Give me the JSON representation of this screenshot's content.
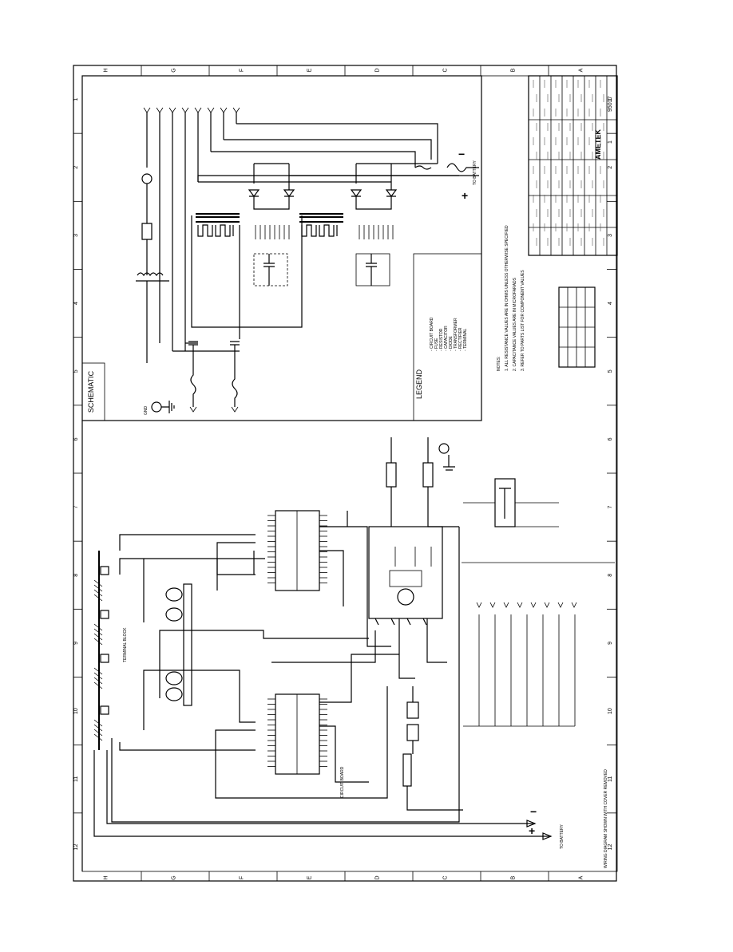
{
  "grid": {
    "letters": [
      "H",
      "G",
      "F",
      "E",
      "D",
      "C",
      "B",
      "A"
    ],
    "numbers": [
      "1",
      "2",
      "3",
      "4",
      "5",
      "6",
      "7",
      "8",
      "9",
      "10",
      "11",
      "12"
    ]
  },
  "schematic": {
    "title": "SCHEMATIC",
    "legend_title": "LEGEND",
    "legend_lines": [
      "- CIRCUIT BOARD",
      "- FUSE",
      "- RESISTOR",
      "- CAPACITOR",
      "- DIODE",
      "- TRANSFORMER",
      "- RECTIFIER",
      "- TERMINAL"
    ],
    "notes": [
      "NOTES:",
      "1. ALL RESISTANCE VALUES ARE IN OHMS UNLESS OTHERWISE SPECIFIED",
      "2. CAPACITANCE VALUES ARE IN MICROFARADS",
      "3. REFER TO PARTS LIST FOR COMPONENT VALUES"
    ],
    "plus": "+",
    "minus": "−",
    "battery_label": "TO BATTERY",
    "ground_label": "GND"
  },
  "wiring": {
    "plus": "+",
    "minus": "−",
    "battery_label": "TO BATTERY",
    "bottom_note": "WIRING DIAGRAM SHOWN WITH COVER REMOVED",
    "tb_label": "TERMINAL BLOCK",
    "cb_label": "CIRCUIT BOARD"
  },
  "title_block": {
    "company": "AMETEK",
    "drawing_no": "95017",
    "sheet": "1"
  }
}
